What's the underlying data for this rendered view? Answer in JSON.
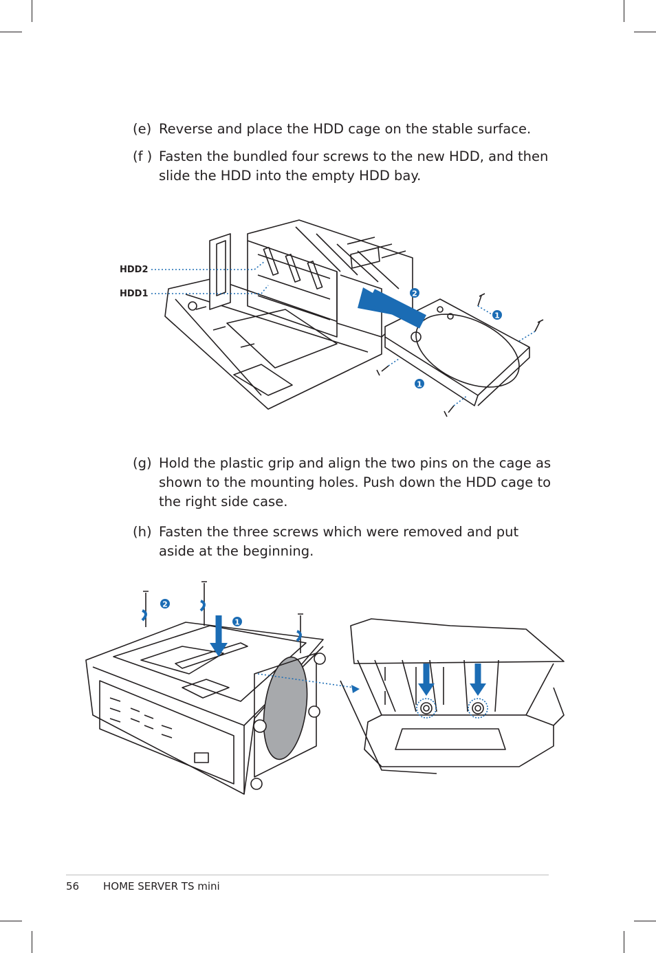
{
  "steps": [
    {
      "label": "(e)",
      "text": "Reverse and place the HDD cage on the stable surface."
    },
    {
      "label": "(f )",
      "text": "Fasten the bundled four screws to the new HDD, and then slide the HDD into the empty HDD bay."
    },
    {
      "label": "(g)",
      "text": "Hold the plastic grip and align the two pins on the cage as shown to the mounting holes. Push down the HDD cage to the right side case."
    },
    {
      "label": "(h)",
      "text": "Fasten the three screws which were removed and put aside at the beginning."
    }
  ],
  "figure1": {
    "callouts": {
      "hdd2": "HDD2",
      "hdd1": "HDD1"
    },
    "markers": {
      "top_screw": "1",
      "bottom_screw": "1",
      "slide": "2"
    }
  },
  "figure2": {
    "markers": {
      "push": "1",
      "screws": "2"
    }
  },
  "footer": {
    "page_number": "56",
    "title": "HOME SERVER TS mini"
  },
  "colors": {
    "accent": "#1b6cb4",
    "line": "#231f20"
  }
}
